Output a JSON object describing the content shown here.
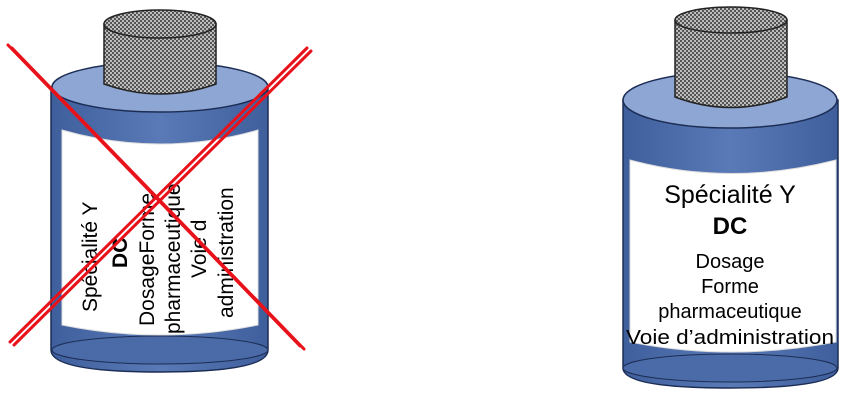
{
  "colors": {
    "vial_body": "#4b6ba8",
    "vial_body_light": "#7d97c9",
    "vial_top": "#8ea6d3",
    "label_bg": "#ffffff",
    "cap_dark": "#555555",
    "cap_light": "#bdbdbd",
    "cross": "#e8121b",
    "text": "#000000"
  },
  "wrong_example": {
    "lines": [
      "Spécialité Y",
      "DC",
      "DosageForme",
      "pharmaceutique",
      "Voie d",
      "administration"
    ]
  },
  "right_example": {
    "line1": "Spécialité Y",
    "line2": "DC",
    "line3": "Dosage",
    "line4": "Forme",
    "line5": "pharmaceutique",
    "line6": "Voie d’administration"
  }
}
